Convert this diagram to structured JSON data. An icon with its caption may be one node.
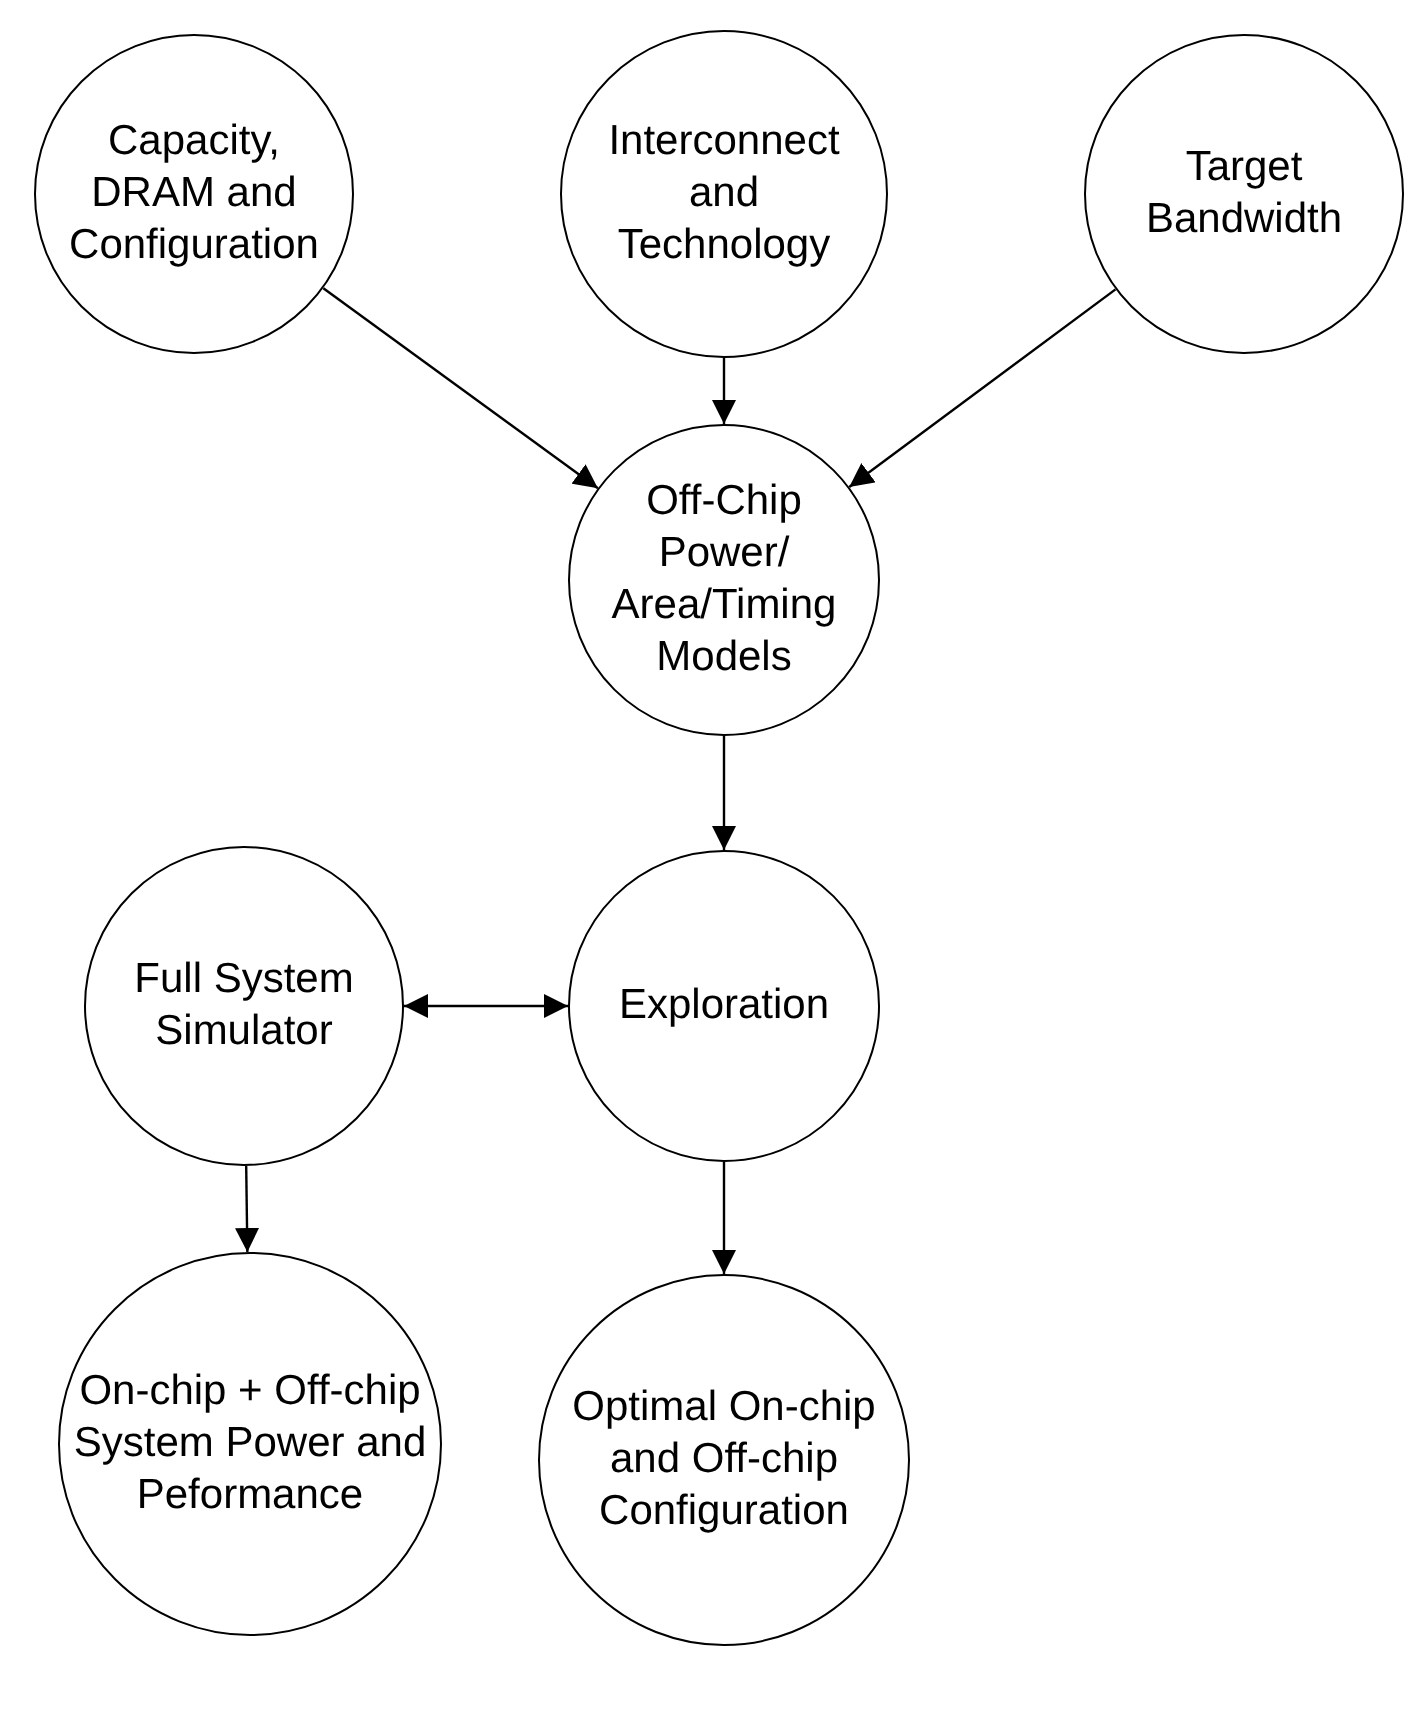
{
  "diagram": {
    "nodes": [
      {
        "text": [
          "Capacity, DRAM and Configuration"
        ]
      },
      {
        "text": [
          "Interconnect and Technology"
        ]
      },
      {
        "text": [
          "Target Bandwidth"
        ]
      },
      {
        "text": [
          "Off-Chip Power/ Area/Timing Models"
        ]
      },
      {
        "text": [
          "Full System Simulator"
        ]
      },
      {
        "text": [
          "Exploration"
        ]
      },
      {
        "text": [
          "On-chip + Off-chip System Power and Peformance"
        ]
      },
      {
        "text": [
          "Optimal On-chip and Off-chip Configuration"
        ]
      }
    ],
    "edges": [
      {
        "from": 0,
        "to": 3,
        "arrow": "to"
      },
      {
        "from": 1,
        "to": 3,
        "arrow": "to"
      },
      {
        "from": 2,
        "to": 3,
        "arrow": "to"
      },
      {
        "from": 3,
        "to": 5,
        "arrow": "to"
      },
      {
        "from": 4,
        "to": 5,
        "arrow": "both"
      },
      {
        "from": 4,
        "to": 6,
        "arrow": "to"
      },
      {
        "from": 5,
        "to": 7,
        "arrow": "to"
      }
    ]
  }
}
